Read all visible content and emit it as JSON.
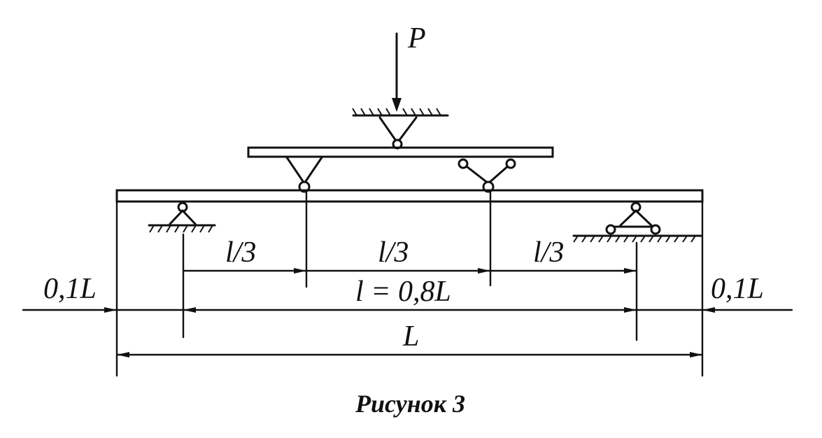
{
  "diagram": {
    "load_label": "P",
    "segment_label_1": "l/3",
    "segment_label_2": "l/3",
    "segment_label_3": "l/3",
    "span_label": "l = 0,8L",
    "overhang_left": "0,1L",
    "overhang_right": "0,1L",
    "total_label": "L",
    "caption": "Рисунок 3"
  }
}
